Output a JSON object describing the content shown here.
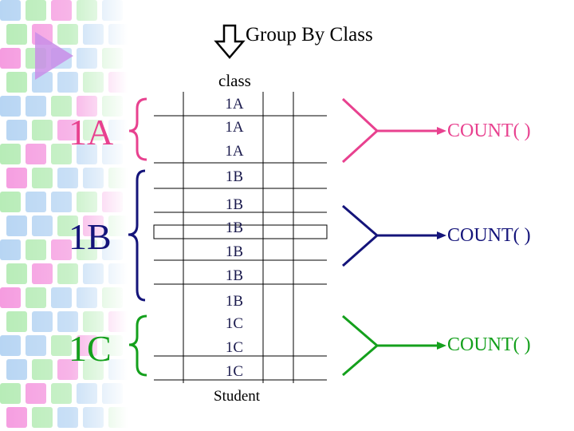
{
  "title": "Group By Class",
  "column_header": "class",
  "table_footer": "Student",
  "colors": {
    "group_a": "#e8418f",
    "group_b": "#14147a",
    "group_c": "#14a01c",
    "row_text": "#1a1a4d",
    "grid": "#000000",
    "strip_blue": "#9fc7ef",
    "strip_green": "#9fe59f",
    "strip_pink": "#f27bd6"
  },
  "groups": [
    {
      "label": "1A",
      "aggregate": "COUNT( )",
      "rows": [
        "1A",
        "1A",
        "1A"
      ]
    },
    {
      "label": "1B",
      "aggregate": "COUNT( )",
      "rows": [
        "1B",
        "1B",
        "1B",
        "1B",
        "1B",
        "1B"
      ]
    },
    {
      "label": "1C",
      "aggregate": "COUNT( )",
      "rows": [
        "1C",
        "1C",
        "1C"
      ]
    }
  ],
  "icons": [
    "down-arrow-icon",
    "play-triangle-icon"
  ]
}
